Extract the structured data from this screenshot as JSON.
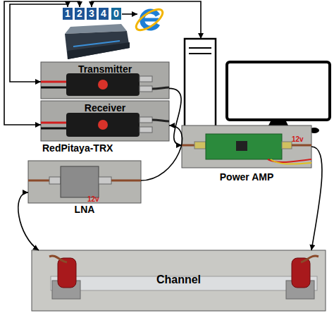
{
  "diagram": {
    "nodes": [
      {
        "text": [
          "1"
        ]
      },
      {
        "text": [
          "2"
        ]
      },
      {
        "text": [
          "3"
        ]
      },
      {
        "text": [
          "4"
        ]
      },
      {
        "text": [
          "0"
        ]
      },
      {
        "text": [
          "Transmitter"
        ]
      },
      {
        "text": [
          "Receiver"
        ]
      },
      {
        "text": [
          "Power AMP",
          "12v"
        ]
      },
      {
        "text": [
          "LNA",
          "12v"
        ]
      },
      {
        "text": [
          "Channel"
        ]
      }
    ],
    "edges": [
      {
        "from": 5,
        "to": 7,
        "arrow": "to"
      },
      {
        "from": 7,
        "to": 9,
        "arrow": "to"
      },
      {
        "from": 9,
        "to": 8,
        "arrow": "both"
      },
      {
        "from": 8,
        "to": 6,
        "arrow": "to"
      },
      {
        "from": 0,
        "to": 5,
        "arrow": "both"
      },
      {
        "from": 1,
        "to": 6,
        "arrow": "both"
      }
    ],
    "labels": [
      "RedPitaya-TRX"
    ]
  }
}
